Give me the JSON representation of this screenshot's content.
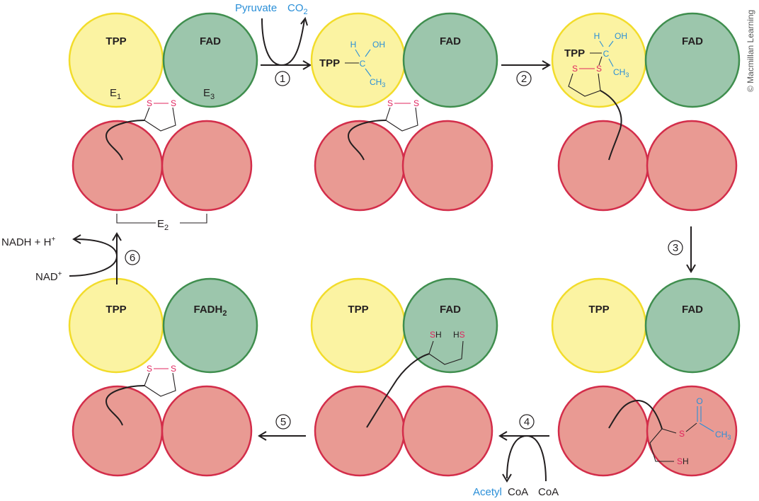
{
  "labels": {
    "tpp": "TPP",
    "fad": "FAD",
    "fadh2_main": "FADH",
    "fadh2_sub": "2",
    "e1_main": "E",
    "e1_sub": "1",
    "e3_main": "E",
    "e3_sub": "3",
    "e2_main": "E",
    "e2_sub": "2",
    "pyruvate": "Pyruvate",
    "co2_main": "CO",
    "co2_sub": "2",
    "nadh": "NADH + H",
    "nadh_sup": "+",
    "nad": "NAD",
    "nad_sup": "+",
    "acetyl": "Acetyl",
    "coa": "CoA",
    "coa2": "CoA",
    "h": "H",
    "oh": "OH",
    "c": "C",
    "ch3_main": "CH",
    "ch3_sub": "3",
    "s": "S",
    "sh_s": "S",
    "sh_h": "H",
    "hs_h": "H",
    "hs_s": "S",
    "o": "O",
    "tpp_bond": "TPP",
    "credit": "© Macmillan Learning"
  },
  "steps": [
    "1",
    "2",
    "3",
    "4",
    "5",
    "6"
  ],
  "colors": {
    "e1_fill": "#fbf3a2",
    "e1_stroke": "#f2dc2b",
    "e3_fill": "#9cc6ac",
    "e3_stroke": "#3f8e4e",
    "e2_fill": "#e99a93",
    "e2_stroke": "#d32d4a",
    "carbon_blue": "#2a8fd8",
    "sulfur_red": "#e0245e"
  }
}
